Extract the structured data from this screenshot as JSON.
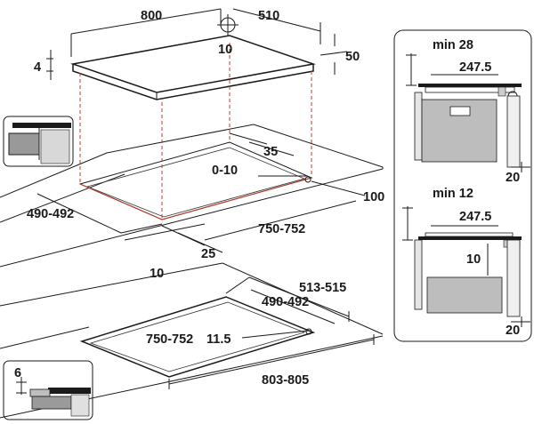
{
  "top_view": {
    "width": "800",
    "depth": "510",
    "corner": "10",
    "thickness_left": "4",
    "thickness_right": "50",
    "offset": "35",
    "range_0_10": "0-10",
    "front_gap": "100",
    "side_range": "490-492",
    "cut_width": "750-752",
    "front_margin": "10",
    "side_margin": "25"
  },
  "bottom_view": {
    "outer_depth": "513-515",
    "inner_depth": "490-492",
    "cut_width": "750-752",
    "corner_radius": "11.5",
    "outer_width": "803-805"
  },
  "small_detail": {
    "value": "6"
  },
  "side_panel_top": {
    "min_label": "min 28",
    "width": "247.5",
    "gap": "20"
  },
  "side_panel_bottom": {
    "min_label": "min 12",
    "width": "247.5",
    "vertical": "10",
    "gap": "20"
  }
}
